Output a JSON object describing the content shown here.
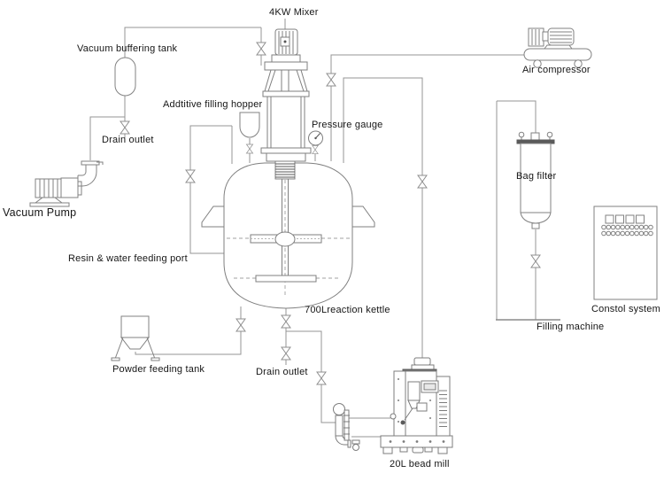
{
  "colors": {
    "pipe_line": "#949494",
    "equipment_line": "#7f7f7f",
    "dark_fill": "#4f4f4f",
    "text": "#161616",
    "background": "#ffffff"
  },
  "labels": {
    "mixer": "4KW Mixer",
    "vacuum_buffering_tank": "Vacuum buffering tank",
    "additive_hopper": "Addtitive filling hopper",
    "pressure_gauge": "Pressure gauge",
    "drain_outlet_upper": "Drain outlet",
    "vacuum_pump": "Vacuum Pump",
    "resin_port": "Resin & water feeding port",
    "kettle": "700Lreaction kettle",
    "powder_tank": "Powder feeding tank",
    "drain_outlet_lower": "Drain outlet",
    "bead_mill": "20L bead mill",
    "air_compressor": "Air compressor",
    "bag_filter": "Bag filter",
    "filling_machine": "Filling machine",
    "control_system": "Constol system"
  }
}
